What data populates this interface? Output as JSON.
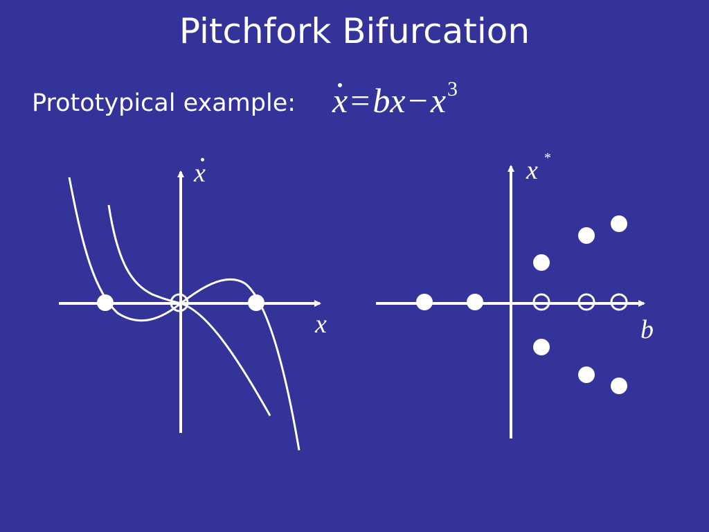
{
  "slide": {
    "title": "Pitchfork Bifurcation",
    "example_label": "Prototypical example:",
    "equation": {
      "lhs": "x",
      "equals": "=",
      "term1": "bx",
      "minus": "−",
      "term2": "x",
      "exponent": "3"
    }
  },
  "left_plot": {
    "y_axis_label": "x",
    "x_axis_label": "x"
  },
  "right_plot": {
    "y_axis_label": "x",
    "y_axis_superscript": "*",
    "x_axis_label": "b"
  },
  "colors": {
    "background": "#333399",
    "foreground": "#ffffff"
  }
}
